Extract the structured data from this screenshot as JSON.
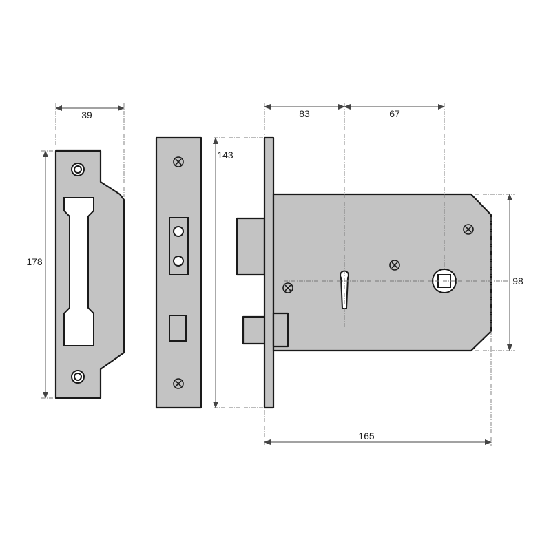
{
  "dimensions": {
    "forend_width": "39",
    "forend_height": "178",
    "keyhole_backset": "83",
    "centre_distance": "67",
    "plate_height": "143",
    "case_height": "98",
    "overall_width": "165"
  },
  "colors": {
    "metal": "#c3c3c3",
    "outline": "#1a1a1a",
    "dimension_line": "#444444"
  }
}
